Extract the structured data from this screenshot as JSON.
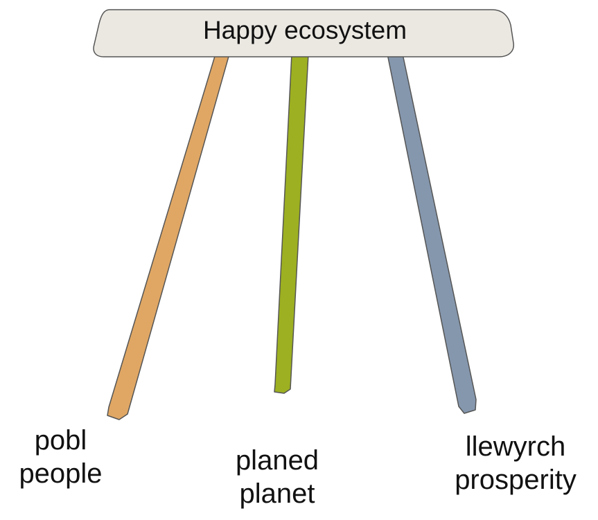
{
  "seat": {
    "label": "Happy ecosystem",
    "color": "#ebe8e2",
    "outline": "#555555"
  },
  "legs": [
    {
      "id": "people",
      "welsh": "pobl",
      "english": "people",
      "color": "#e0a764"
    },
    {
      "id": "planet",
      "welsh": "planed",
      "english": "planet",
      "color": "#9db021"
    },
    {
      "id": "prosperity",
      "welsh": "llewyrch",
      "english": "prosperity",
      "color": "#8597ad"
    }
  ]
}
